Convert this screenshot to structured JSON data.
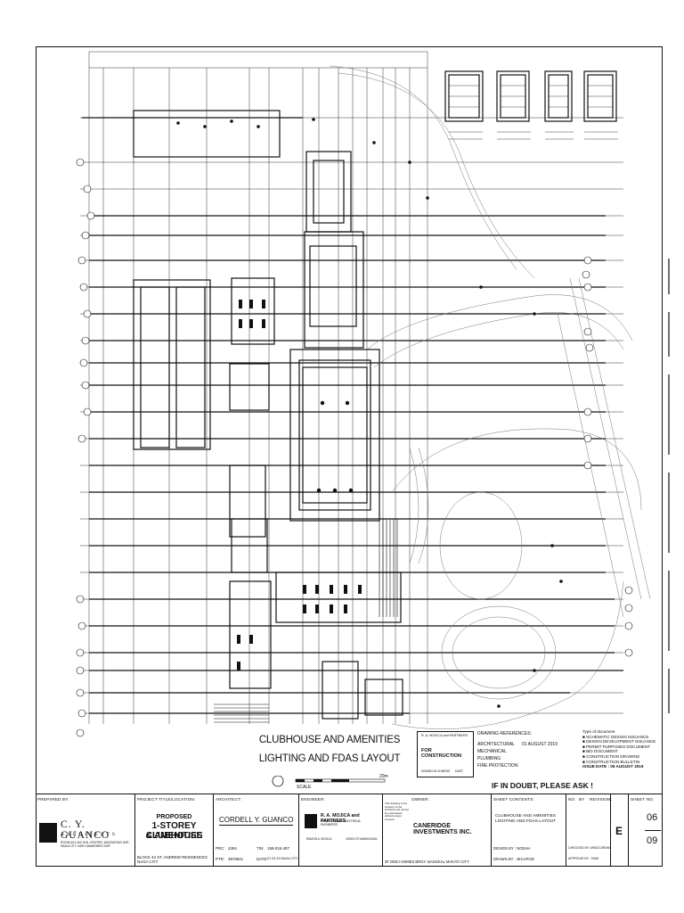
{
  "drawing": {
    "title_line1": "CLUBHOUSE AND AMENITIES",
    "title_line2": "LIGHTING AND FDAS LAYOUT",
    "scale_text": "SCALE",
    "scale_end": "20m"
  },
  "stamp": {
    "firm": "R. A. MOJICA and PARTNERS",
    "status": "FOR CONSTRUCTION",
    "signer_label": "DRAWN IN CHARGE",
    "signer_date": "DATE"
  },
  "references": {
    "heading": "DRAWING REFERENCES:",
    "items": [
      {
        "label": "ARCHITECTURAL",
        "date": "01 AUGUST 2019"
      },
      {
        "label": "MECHANICAL",
        "date": ""
      },
      {
        "label": "PLUMBING",
        "date": ""
      },
      {
        "label": "FIRE PROTECTION",
        "date": ""
      }
    ],
    "warning": "IF IN DOUBT, PLEASE ASK !"
  },
  "revisions": {
    "heading": "Type of document",
    "items": [
      "SCHEMATIC DESIGN ISSUANCE",
      "DESIGN DEVELOPMENT ISSUANCE",
      "PERMIT PURPOSES DOCUMENT",
      "BID DOCUMENT",
      "CONSTRUCTION DRAWING",
      "CONSTRUCTION BULLETIN"
    ],
    "issue_date": "ISSUE DATE : 06 AUGUST 2019"
  },
  "title_block": {
    "prepared_by_label": "PREPARED BY:",
    "firm_name": "C. Y. GUANCO",
    "firm_sub": "ARCHITECTS",
    "firm_address": "ROOM 401-402 M.B. CENTER, MAGSAYSAY AVE. NAGA CITY 4400 CAMARINES SUR",
    "project_label": "PROJECT TITLE/LOCATION:",
    "project_proposed": "PROPOSED",
    "project_title_1": "1-STOREY CLUBHOUSE",
    "project_title_2": "& AMENITIES",
    "project_location": "BLOCK 44 ST. ANDREW RESIDENCES NAGA CITY",
    "architect_label": "ARCHITECT:",
    "architect_name": "CORDELL Y. GUANCO",
    "prc_label": "PRC:",
    "prc_value": "4284",
    "tin_label": "TIN:",
    "tin_value": "158-016-407",
    "ptr_label": "PTR:",
    "ptr_value": "3978601",
    "date_label": "DATE:",
    "date_value": "07-03-19 NAGA CITY",
    "engineer_label": "ENGINEER:",
    "engineer_firm": "R. A. MOJICA and PARTNERS",
    "engineer_sub": "PROFESSIONAL ELECTRICAL ENGINEERS",
    "engineer_sign_1": "RAMON A. MOJICA",
    "engineer_sign_2": "JOSELITO MARASIGAN",
    "owner_label": "OWNER:",
    "owner_notice": "This drawing is the property of the architect and cannot be reproduced without proper consent.",
    "owner_name": "CANERIDGE INVESTMENTS INC.",
    "owner_address": "3F DMCI HOMES BRGY. BANGKAL MAKATI CITY",
    "sheet_contents_label": "SHEET CONTENTS:",
    "sheet_contents": "CLUBHOUSE AND AMENITIES LIGHTING AND FDAS LAYOUT",
    "design_by": "DESIGN BY : NODAH",
    "checked_by": "CHECKED BY: MSDOJ/RAM",
    "drawn_by": "DRAWN BY : JKCAPOD",
    "approved_by": "APPROVE BY : RAM",
    "no_label": "NO",
    "by_label": "BY",
    "revision_label": "REVISION:",
    "sheet_no_label": "SHEET NO.",
    "discipline": "E",
    "sheet_number": "06",
    "sheet_total": "09"
  }
}
